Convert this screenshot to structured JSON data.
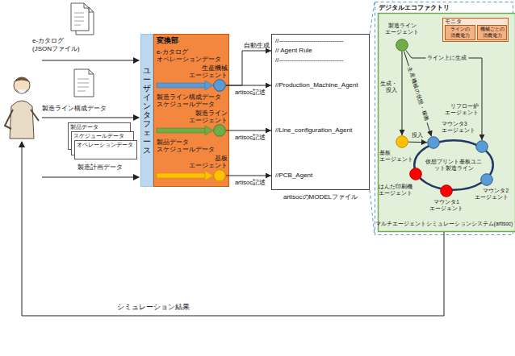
{
  "diagram": {
    "nodes": [
      {
        "text": [
          "製品データ"
        ]
      },
      {
        "text": [
          "スケジュールデータ"
        ]
      },
      {
        "text": [
          "オペレーションデータ"
        ]
      },
      {
        "text": [
          "ユーザインタフェース"
        ]
      },
      {
        "text": [
          "変換部"
        ]
      },
      {
        "text": [
          "生産機械 エージェント"
        ],
        "in": 4
      },
      {
        "text": [
          "製造ライン エージェント"
        ],
        "in": 4
      },
      {
        "text": [
          "基板 エージェント"
        ],
        "in": 4
      },
      {
        "text": [
          "//------------------------------",
          "// Agent Rule",
          "//------------------------------",
          "//Production_Machine_Agent",
          "//Line_configuration_Agent",
          "//PCB_Agent",
          "artisocのMODELファイル"
        ]
      },
      {
        "text": [
          "デジタルエコファクトリ"
        ]
      },
      {
        "text": [
          "マルチエージェントシミュレーションシステム(artisoc)"
        ],
        "in": 9
      },
      {
        "text": [
          "モニタ"
        ],
        "in": 10
      },
      {
        "text": [
          "ラインの 消費電力"
        ],
        "in": 11
      },
      {
        "text": [
          "機械ごとの 消費電力"
        ],
        "in": 11
      },
      {
        "text": [
          "製造ライン エージェント"
        ],
        "in": 10
      },
      {
        "text": [
          "基板 エージェント"
        ],
        "in": 10
      },
      {
        "text": [
          "マウンタ3 エージェント"
        ],
        "in": 10
      },
      {
        "text": [
          "リフロー炉 エージェント"
        ],
        "in": 10
      },
      {
        "text": [
          "仮想プリント基板ユニット製造ライン"
        ],
        "in": 10
      },
      {
        "text": [
          "はんだ印刷機 エージェント"
        ],
        "in": 10
      },
      {
        "text": [
          "マウンタ1 エージェント"
        ],
        "in": 10
      },
      {
        "text": [
          "マウンタ2 エージェント"
        ],
        "in": 10
      }
    ],
    "edges": [
      {
        "from": 5,
        "to": 8,
        "label": "自動生成",
        "arrow": "to"
      },
      {
        "from": 5,
        "to": 8,
        "label": "artisoc記述",
        "arrow": "to"
      },
      {
        "from": 6,
        "to": 8,
        "label": "artisoc記述",
        "arrow": "to"
      },
      {
        "from": 7,
        "to": 8,
        "label": "artisoc記述",
        "arrow": "to"
      },
      {
        "from": 14,
        "to": 15,
        "label": "生成・ 投入",
        "arrow": "to"
      },
      {
        "from": 15,
        "to": 16,
        "label": "投入",
        "arrow": "to"
      },
      {
        "from": 14,
        "to": 16,
        "label": "生産機械の状態・稼働",
        "arrow": "to"
      },
      {
        "from": 14,
        "to": 17,
        "label": "ライン上に生成",
        "arrow": "to"
      }
    ],
    "labels": [
      "e-カタログ (JSONファイル)",
      "製造ライン構成データ",
      "製造計画データ",
      "e-カタログ オペレーションデータ",
      "製造ライン構成データ スケジュールデータ",
      "製品データ スケジュールデータ",
      "シミュレーション結果"
    ]
  }
}
